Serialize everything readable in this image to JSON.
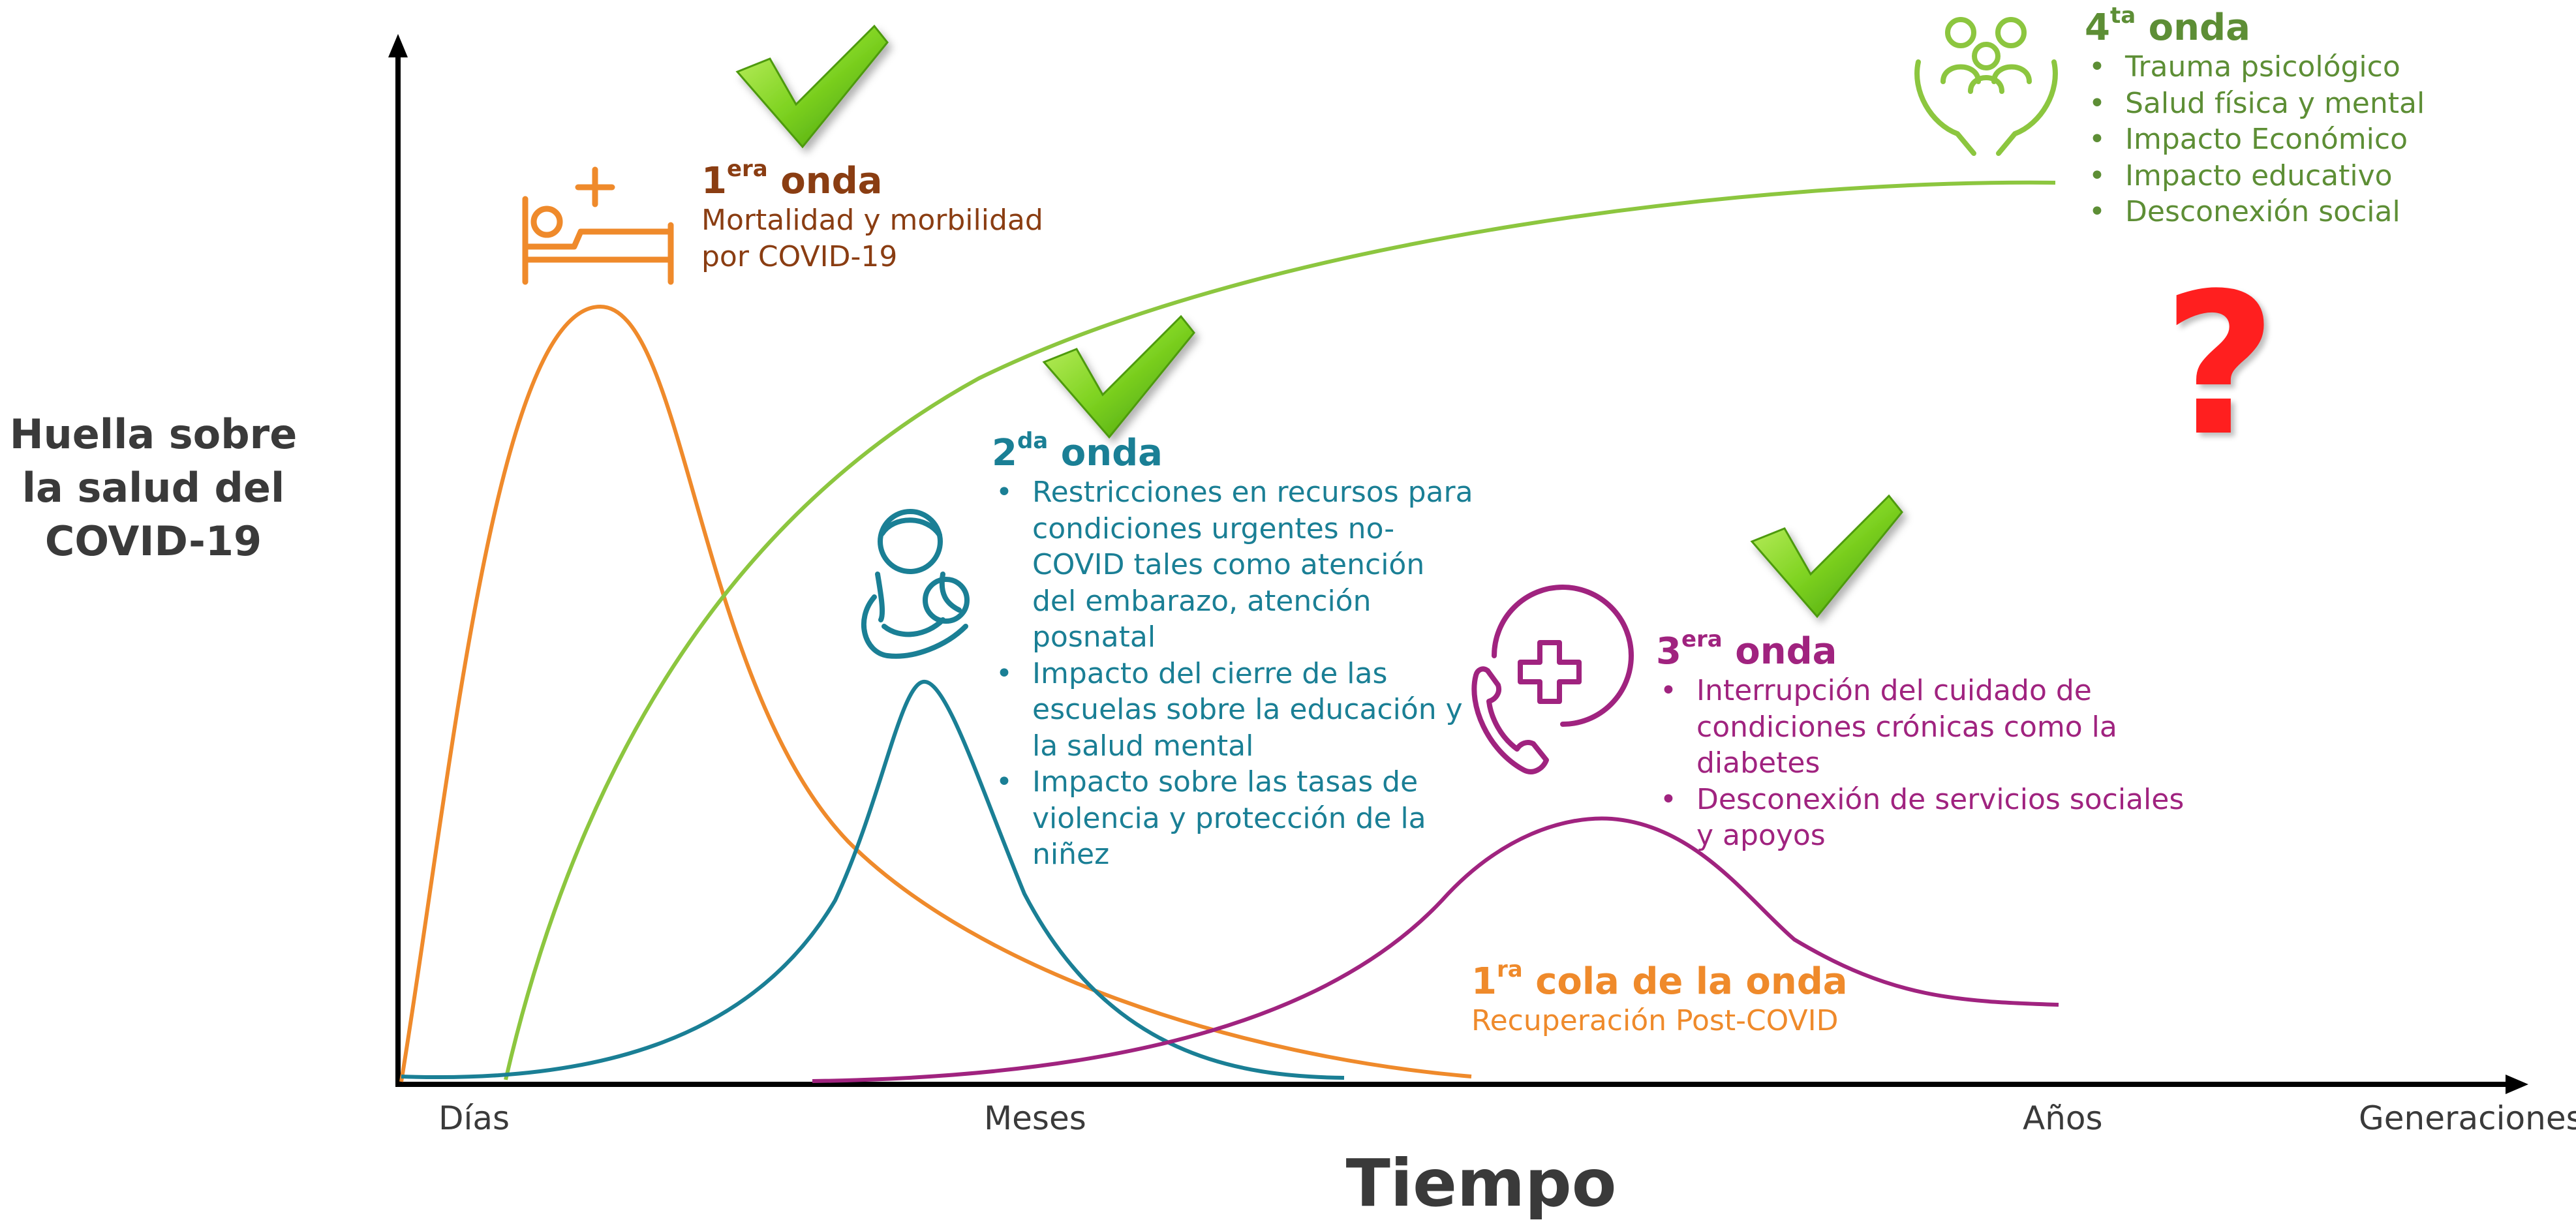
{
  "y_axis_label": [
    "Huella sobre",
    "la salud del",
    "COVID-19"
  ],
  "x_axis_title": "Tiempo",
  "x_ticks": [
    "Días",
    "Meses",
    "Años",
    "Generaciones"
  ],
  "waves": {
    "first": {
      "num": "1",
      "sup": "era",
      "word": "onda",
      "lines": [
        "Mortalidad y morbilidad",
        "por COVID-19"
      ]
    },
    "second": {
      "num": "2",
      "sup": "da",
      "word": "onda",
      "bullets": [
        [
          "Restricciones en recursos para",
          "condiciones urgentes no-",
          "COVID tales como atención",
          "del embarazo, atención",
          "posnatal"
        ],
        [
          "Impacto del cierre de las",
          "escuelas sobre la educación y",
          "la salud mental"
        ],
        [
          "Impacto sobre las tasas de",
          "violencia y protección de la",
          "niñez"
        ]
      ]
    },
    "third": {
      "num": "3",
      "sup": "era",
      "word": "onda",
      "bullets": [
        [
          "Interrupción del cuidado de",
          "condiciones crónicas como la",
          "diabetes"
        ],
        [
          "Desconexión de servicios sociales",
          "y apoyos"
        ]
      ]
    },
    "fourth": {
      "num": "4",
      "sup": "ta",
      "word": "onda",
      "bullets": [
        "Trauma psicológico",
        "Salud física y mental",
        "Impacto Económico",
        "Impacto educativo",
        "Desconexión social"
      ]
    },
    "tail": {
      "num": "1",
      "sup": "ra",
      "word": "cola de la onda",
      "sub": "Recuperación Post-COVID"
    }
  },
  "question_mark": "?",
  "colors": {
    "axis": "#000000",
    "orange": "#ef8a2b",
    "teal": "#1a7f95",
    "purple": "#a0237f",
    "green": "#8cc63f",
    "brown": "#8a3d12",
    "check": "#7fd321",
    "question": "#ff1f1f"
  },
  "icons": [
    "hospital-bed-icon",
    "mother-baby-icon",
    "telehealth-cross-icon",
    "family-hands-icon",
    "checkmark-icon",
    "question-mark-icon"
  ]
}
